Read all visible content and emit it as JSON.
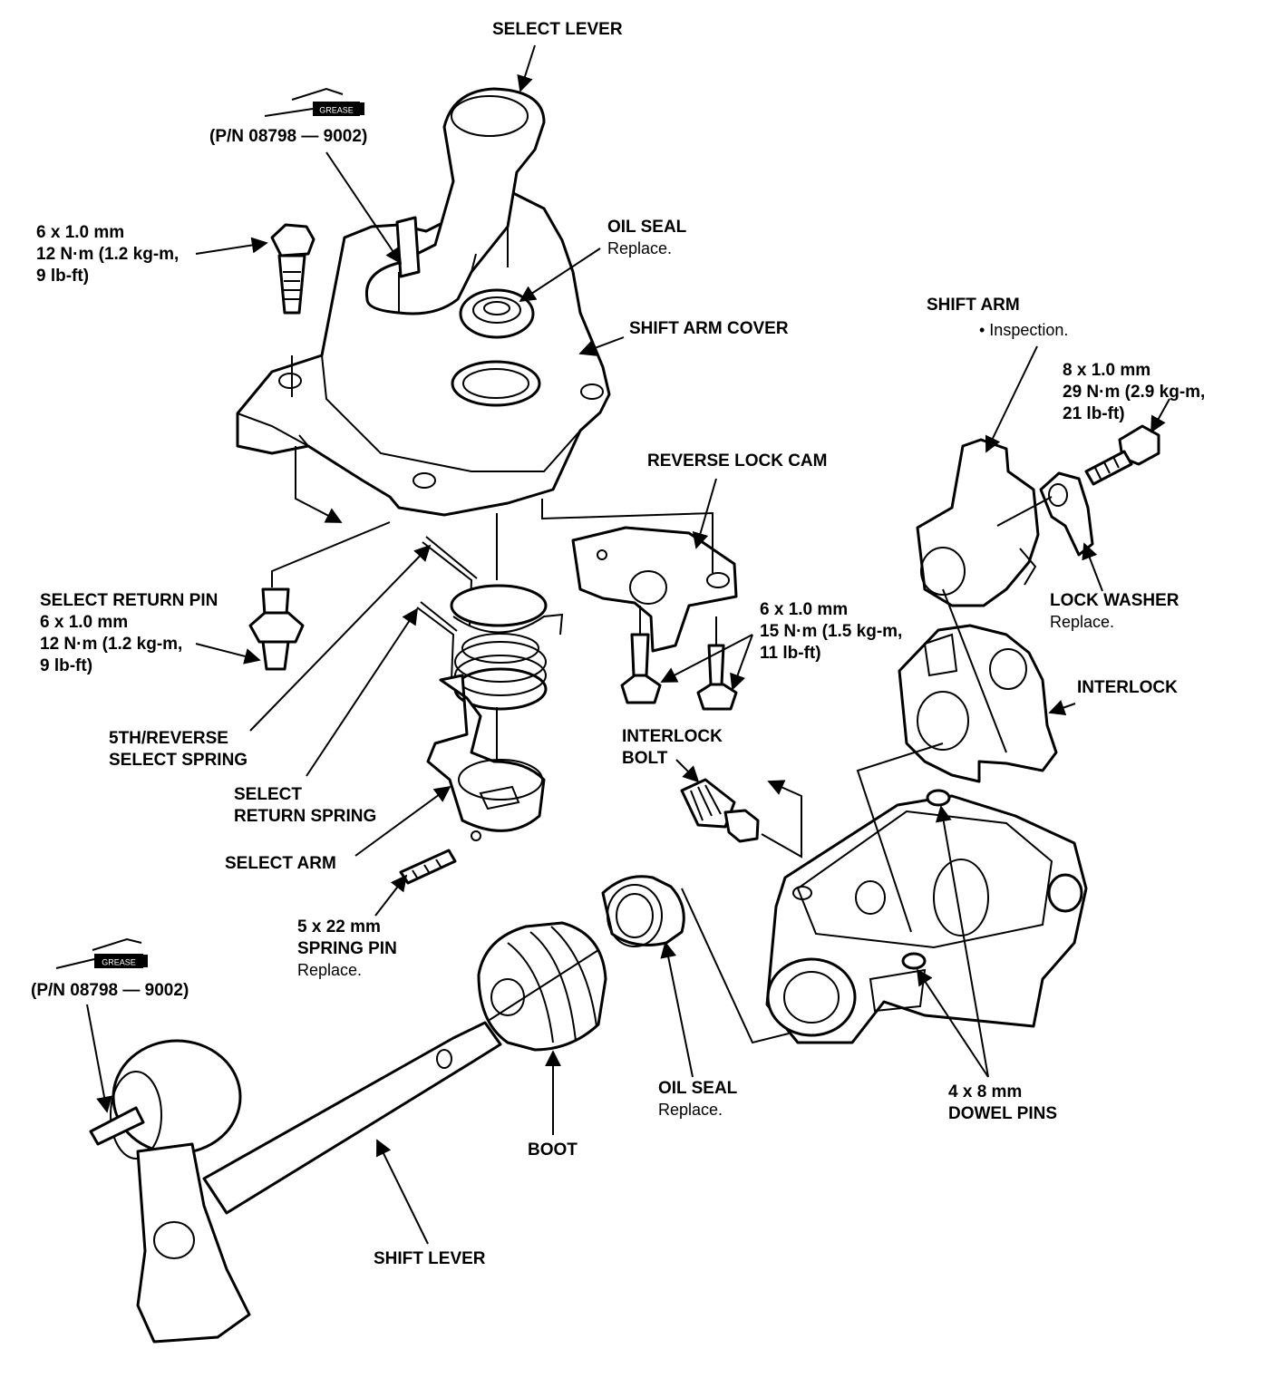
{
  "grease_tags": {
    "label": "GREASE"
  },
  "labels": {
    "select_lever": "SELECT LEVER",
    "grease_pn_top": "(P/N 08798 — 9002)",
    "bolt_6x1_size": "6 x 1.0 mm",
    "bolt_6x1_torque1": "12 N·m (1.2 kg-m,",
    "bolt_6x1_torque2": "9 lb-ft)",
    "oil_seal_top": "OIL SEAL",
    "oil_seal_top_note": "Replace.",
    "shift_arm_cover": "SHIFT ARM COVER",
    "shift_arm": "SHIFT ARM",
    "shift_arm_note": "• Inspection.",
    "bolt_8x1_size": "8 x 1.0 mm",
    "bolt_8x1_torque1": "29 N·m (2.9 kg-m,",
    "bolt_8x1_torque2": "21 lb-ft)",
    "reverse_lock_cam": "REVERSE LOCK CAM",
    "select_return_pin": "SELECT RETURN PIN",
    "srp_size": "6 x 1.0 mm",
    "srp_torque1": "12 N·m (1.2 kg-m,",
    "srp_torque2": "9 lb-ft)",
    "cam_bolt_size": "6 x 1.0 mm",
    "cam_bolt_torque1": "15 N·m (1.5 kg-m,",
    "cam_bolt_torque2": "11 lb-ft)",
    "lock_washer": "LOCK WASHER",
    "lock_washer_note": "Replace.",
    "interlock": "INTERLOCK",
    "fifth_reverse_1": "5TH/REVERSE",
    "fifth_reverse_2": "SELECT SPRING",
    "interlock_bolt_1": "INTERLOCK",
    "interlock_bolt_2": "BOLT",
    "select_return_spring_1": "SELECT",
    "select_return_spring_2": "RETURN SPRING",
    "select_arm": "SELECT ARM",
    "spring_pin_size": "5 x 22 mm",
    "spring_pin": "SPRING PIN",
    "spring_pin_note": "Replace.",
    "grease_pn_bottom": "(P/N 08798 — 9002)",
    "oil_seal_bottom": "OIL SEAL",
    "oil_seal_bottom_note": "Replace.",
    "dowel_size": "4 x 8 mm",
    "dowel_pins": "DOWEL PINS",
    "boot": "BOOT",
    "shift_lever": "SHIFT LEVER"
  }
}
